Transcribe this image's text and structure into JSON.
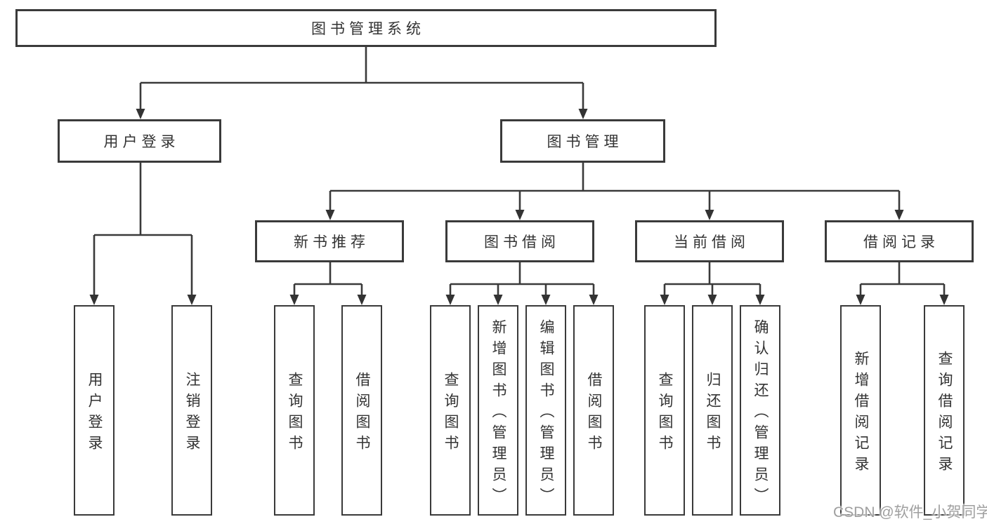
{
  "colors": {
    "line": "#3a3a3a",
    "text": "#333333",
    "box_background": "#ffffff",
    "watermark": "#9f9f9f",
    "page_background": "#ffffff"
  },
  "watermark": {
    "text": "CSDN @软件_小贺同学"
  },
  "tree": {
    "root": {
      "label": "图书管理系统"
    },
    "branches": [
      {
        "label": "用户登录",
        "children": [
          {
            "label": "用户登录"
          },
          {
            "label": "注销登录"
          }
        ]
      },
      {
        "label": "图书管理",
        "children": [
          {
            "label": "新书推荐",
            "children": [
              {
                "label": "查询图书"
              },
              {
                "label": "借阅图书"
              }
            ]
          },
          {
            "label": "图书借阅",
            "children": [
              {
                "label": "查询图书"
              },
              {
                "label": "新增图书（管理员）"
              },
              {
                "label": "编辑图书（管理员）"
              },
              {
                "label": "借阅图书"
              }
            ]
          },
          {
            "label": "当前借阅",
            "children": [
              {
                "label": "查询图书"
              },
              {
                "label": "归还图书"
              },
              {
                "label": "确认归还（管理员）"
              }
            ]
          },
          {
            "label": "借阅记录",
            "children": [
              {
                "label": "新增借阅记录"
              },
              {
                "label": "查询借阅记录"
              }
            ]
          }
        ]
      }
    ]
  }
}
